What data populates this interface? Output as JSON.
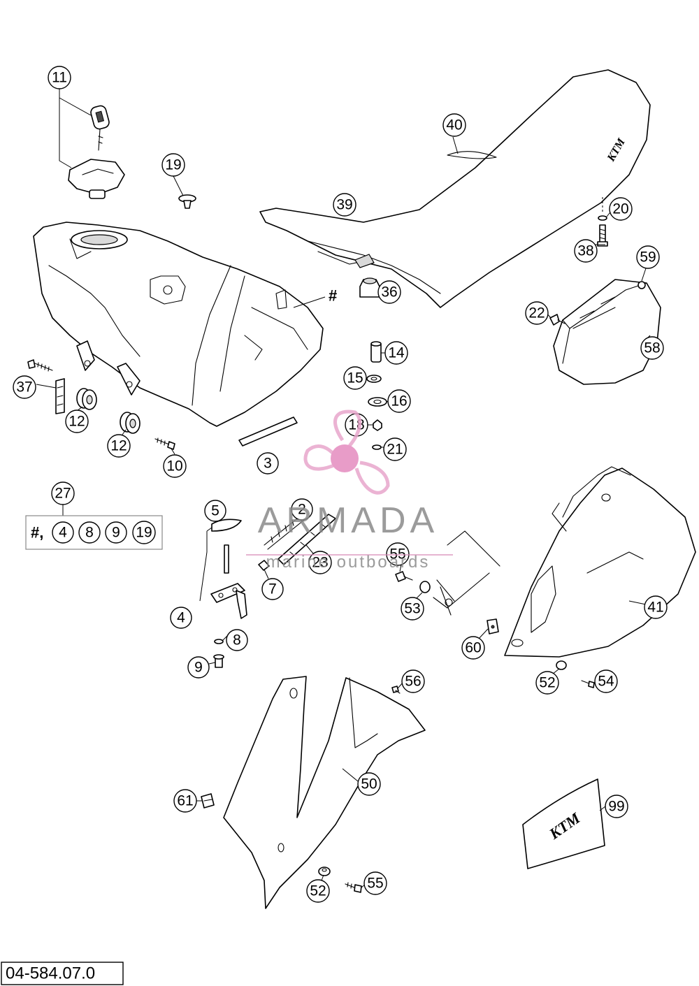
{
  "diagram": {
    "reference_code": "04-584.07.0",
    "hash_mark": "#",
    "set_label": "27",
    "set_prefix": "#,",
    "set_contents": [
      "4",
      "8",
      "9",
      "19"
    ],
    "callouts": [
      "2",
      "3",
      "4",
      "5",
      "7",
      "8",
      "9",
      "10",
      "11",
      "12",
      "12",
      "14",
      "15",
      "16",
      "18",
      "19",
      "20",
      "21",
      "22",
      "23",
      "36",
      "37",
      "38",
      "39",
      "40",
      "41",
      "50",
      "52",
      "52",
      "53",
      "54",
      "55",
      "55",
      "56",
      "58",
      "59",
      "60",
      "61",
      "99"
    ]
  },
  "watermark": {
    "brand": "ARMADA",
    "tagline": "marine outboards",
    "colors": {
      "propeller": "#e8a6cc",
      "hub": "#e48bbf",
      "text": "#8a8a8a",
      "rule": "#d98ab8"
    }
  },
  "decals": {
    "sticker": "KTM"
  }
}
